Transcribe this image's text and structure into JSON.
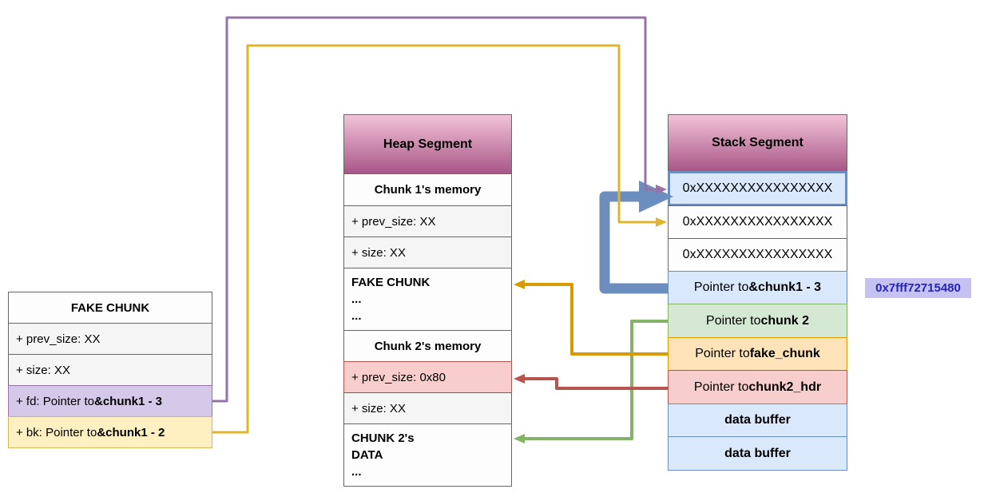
{
  "colors": {
    "purple_line": "#9673a6",
    "gold_line": "#dfb430",
    "blue_arrow": "#6c8ebf",
    "orange_arrow": "#d79b00",
    "red_arrow": "#b85450",
    "green_arrow": "#82b366",
    "header_gradient_top": "#f3c3d8",
    "header_gradient_bottom": "#a85687",
    "address_bg": "#c5c2f2",
    "address_text": "#2323bb"
  },
  "fake_chunk": {
    "title": "FAKE CHUNK",
    "rows": [
      {
        "prefix": "+ prev_size: XX",
        "bold": ""
      },
      {
        "prefix": "+ size: XX",
        "bold": ""
      },
      {
        "prefix": "+ fd: Pointer to ",
        "bold": "&chunk1 - 3"
      },
      {
        "prefix": "+ bk: Pointer to ",
        "bold": "&chunk1 - 2"
      }
    ]
  },
  "heap": {
    "title": "Heap Segment",
    "rows": [
      {
        "text": "Chunk 1's memory"
      },
      {
        "text": "+ prev_size: XX"
      },
      {
        "text": "+ size: XX"
      },
      {
        "text": "FAKE CHUNK\n...\n..."
      },
      {
        "text": "Chunk 2's memory"
      },
      {
        "text": "+ prev_size: 0x80"
      },
      {
        "text": "+ size: XX"
      },
      {
        "text": "CHUNK 2's\nDATA\n..."
      }
    ]
  },
  "stack": {
    "title": "Stack Segment",
    "rows": [
      {
        "prefix": "0xXXXXXXXXXXXXXXXX",
        "bold": ""
      },
      {
        "prefix": "0xXXXXXXXXXXXXXXXX",
        "bold": ""
      },
      {
        "prefix": "0xXXXXXXXXXXXXXXXX",
        "bold": ""
      },
      {
        "prefix": "Pointer to ",
        "bold": "&chunk1 - 3"
      },
      {
        "prefix": "Pointer to ",
        "bold": "chunk 2"
      },
      {
        "prefix": "Pointer to ",
        "bold": "fake_chunk"
      },
      {
        "prefix": "Pointer to ",
        "bold": "chunk2_hdr"
      },
      {
        "prefix": "",
        "bold": "data buffer"
      },
      {
        "prefix": "",
        "bold": "data buffer"
      }
    ]
  },
  "address_label": {
    "text": "0x7fff72715480"
  }
}
